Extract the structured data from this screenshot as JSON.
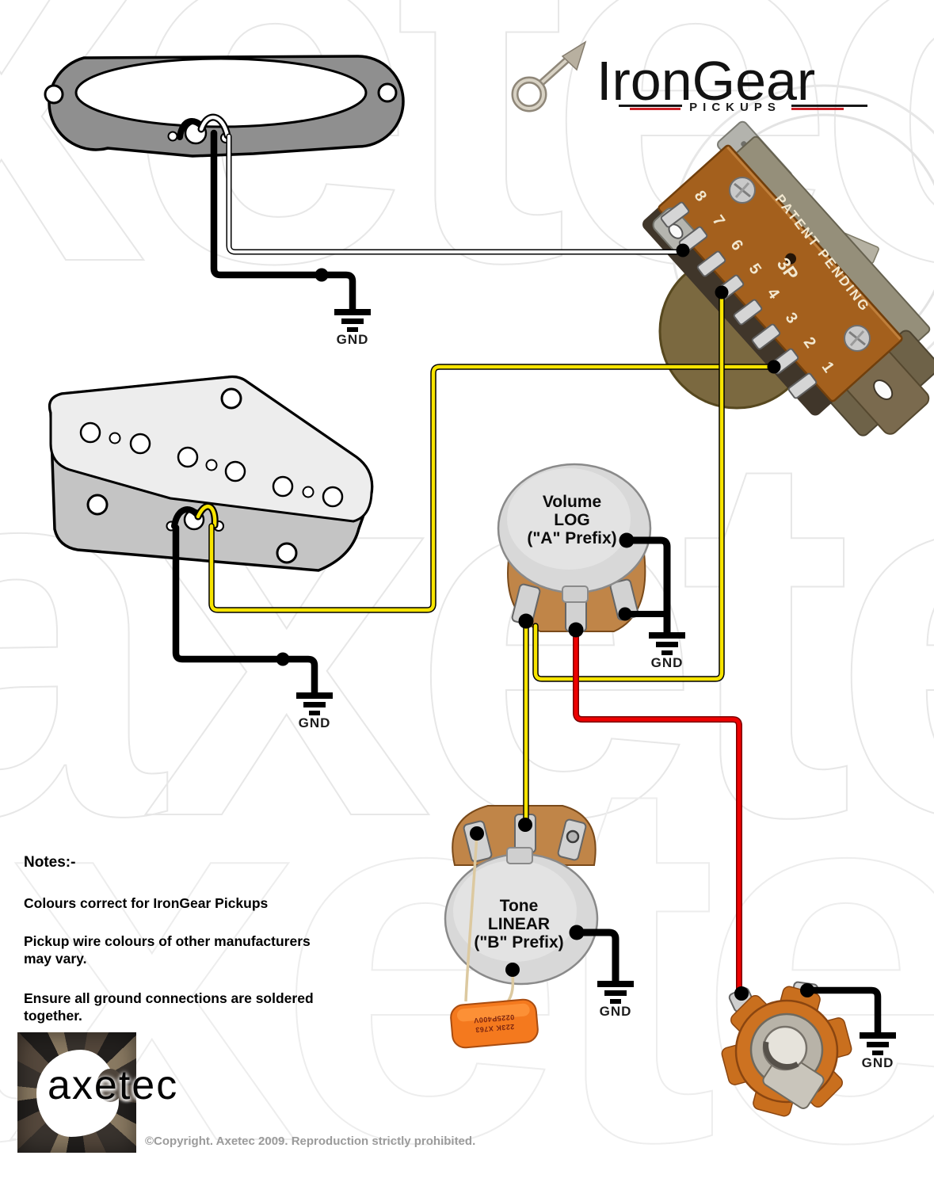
{
  "header": {
    "brand": "IronGear",
    "sub": "PICKUPS"
  },
  "watermark": {
    "text": "axetec"
  },
  "switch": {
    "patent": "PATENT PENDING",
    "pole_label": "3P",
    "terminals": [
      "1",
      "2",
      "3",
      "4",
      "5",
      "6",
      "7",
      "8"
    ]
  },
  "volume_pot": {
    "line1": "Volume",
    "line2": "LOG",
    "line3": "(\"A\" Prefix)"
  },
  "tone_pot": {
    "line1": "Tone",
    "line2": "LINEAR",
    "line3": "(\"B\" Prefix)"
  },
  "capacitor": {
    "line1": "223K X763",
    "line2": "0225P400V"
  },
  "labels": {
    "gnd": "GND"
  },
  "notes": {
    "title": "Notes:-",
    "lines": [
      "Colours correct for IronGear Pickups",
      "Pickup wire colours of other manufacturers may vary.",
      "Ensure all ground connections are soldered together."
    ]
  },
  "footer": {
    "logo": "axetec",
    "copyright": "©Copyright. Axetec 2009. Reproduction strictly prohibited."
  },
  "colors": {
    "wire_yellow": "#f7e400",
    "wire_red": "#ee0000",
    "wire_black": "#000000",
    "wire_white": "#ffffff",
    "cap_lead": "#dcc9a0",
    "switch_board": "#a4601d",
    "cap_orange": "#f4791e",
    "jack_body": "#cd7221",
    "accent_red": "#cc2127"
  }
}
